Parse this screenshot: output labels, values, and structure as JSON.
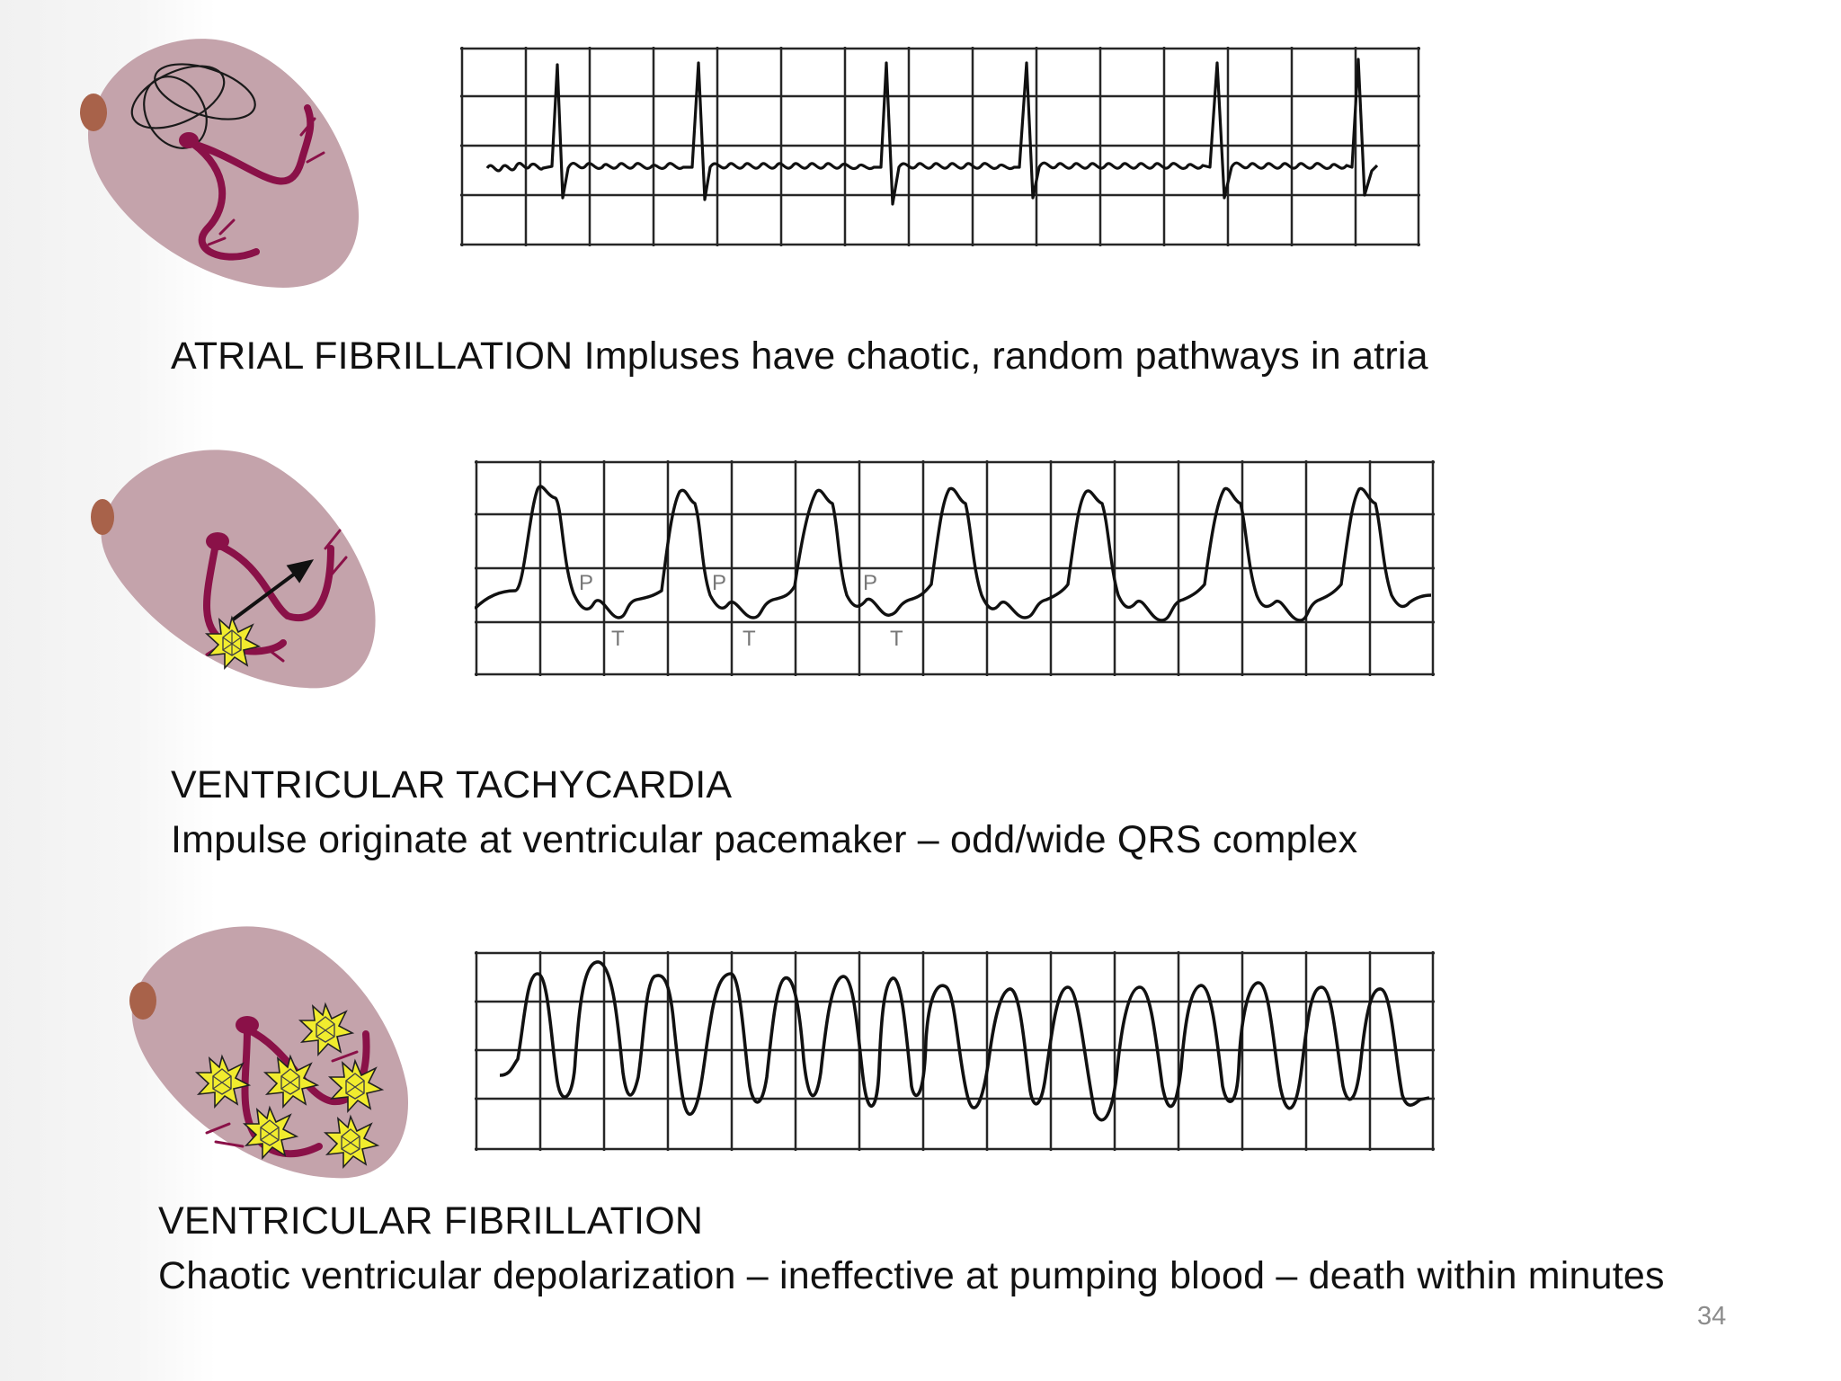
{
  "slide": {
    "page_number": "34",
    "colors": {
      "heart_fill": "#c4a3ab",
      "sa_node": "#a8624a",
      "conduction": "#8a1148",
      "ectopic_star": "#f1ec2e",
      "ecg_grid": "#262626",
      "ecg_trace": "#111111"
    }
  },
  "sections": [
    {
      "caption": "ATRIAL FIBRILLATION Impluses have chaotic, random pathways in atria",
      "strip_labels": []
    },
    {
      "caption_line1": "VENTRICULAR TACHYCARDIA",
      "caption_line2": "Impulse originate at ventricular pacemaker – odd/wide QRS complex",
      "strip_labels": [
        "P",
        "P",
        "P",
        "T",
        "T",
        "T"
      ]
    },
    {
      "caption_line1": "VENTRICULAR FIBRILLATION",
      "caption_line2": "Chaotic ventricular depolarization – ineffective at pumping blood – death within minutes",
      "strip_labels": []
    }
  ]
}
